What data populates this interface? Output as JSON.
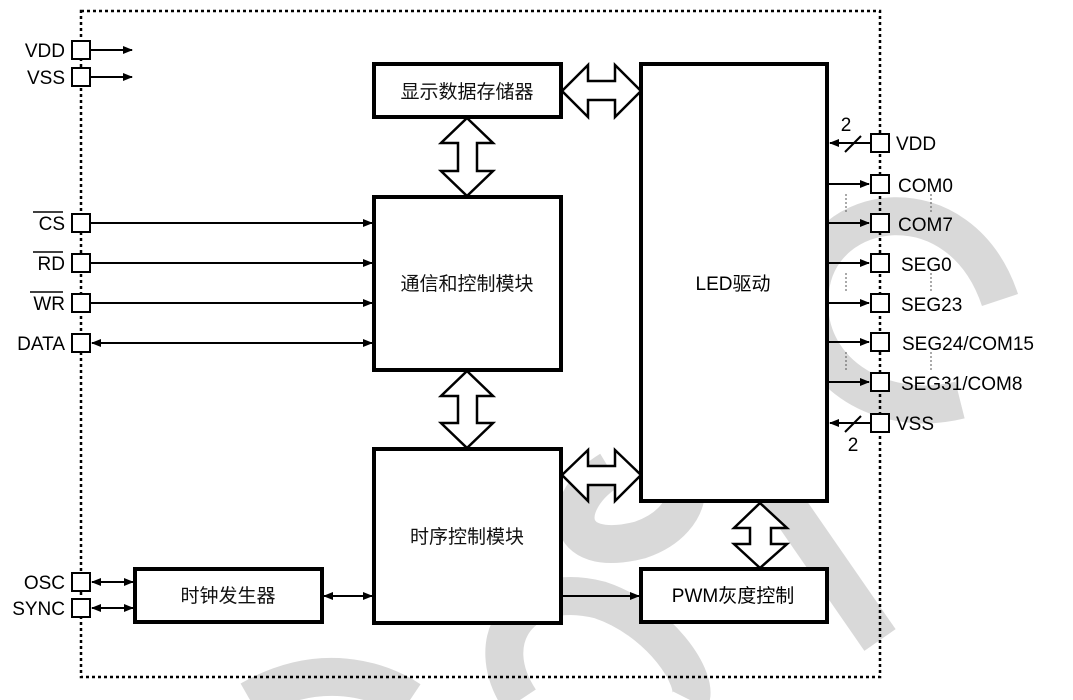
{
  "diagram": {
    "title": "LED driver IC block diagram",
    "blocks": {
      "display_ram": "显示数据存储器",
      "comm_ctrl": "通信和控制模块",
      "led_driver": "LED驱动",
      "timing_ctrl": "时序控制模块",
      "clock_gen": "时钟发生器",
      "pwm_ctrl": "PWM灰度控制"
    },
    "left_pins": {
      "vdd": "VDD",
      "vss": "VSS",
      "cs": "CS",
      "rd": "RD",
      "wr": "WR",
      "data": "DATA",
      "osc": "OSC",
      "sync": "SYNC"
    },
    "right_pins": {
      "vdd": "VDD",
      "com0": "COM0",
      "com7": "COM7",
      "seg0": "SEG0",
      "seg23": "SEG23",
      "seg24_com15": "SEG24/COM15",
      "seg31_com8": "SEG31/COM8",
      "vss": "VSS"
    },
    "bus_widths": {
      "vdd": "2",
      "vss": "2"
    },
    "colors": {
      "line": "#000000",
      "watermark": "#d9d9d9",
      "background": "#ffffff"
    }
  }
}
